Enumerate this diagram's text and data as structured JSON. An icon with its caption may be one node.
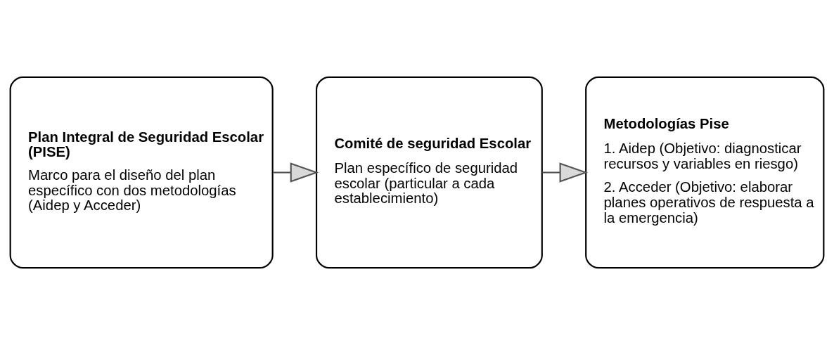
{
  "diagram": {
    "nodes": [
      {
        "text": [
          "Plan Integral de Seguridad Escolar (PISE)",
          "Marco para el diseño del plan específico con dos metodologías (Aidep y Acceder)"
        ]
      },
      {
        "text": [
          "Comité de seguridad Escolar",
          "Plan específico de seguridad escolar (particular a cada establecimiento)"
        ]
      },
      {
        "text": [
          "Metodologías Pise",
          "1. Aidep (Objetivo: diagnosticar recursos y variables en riesgo)",
          "2. Acceder (Objetivo: elaborar planes operativos de respuesta a la emergencia)"
        ]
      }
    ],
    "edges": [
      {
        "from": 0,
        "to": 1,
        "arrow": "to"
      },
      {
        "from": 1,
        "to": 2,
        "arrow": "to"
      }
    ]
  }
}
